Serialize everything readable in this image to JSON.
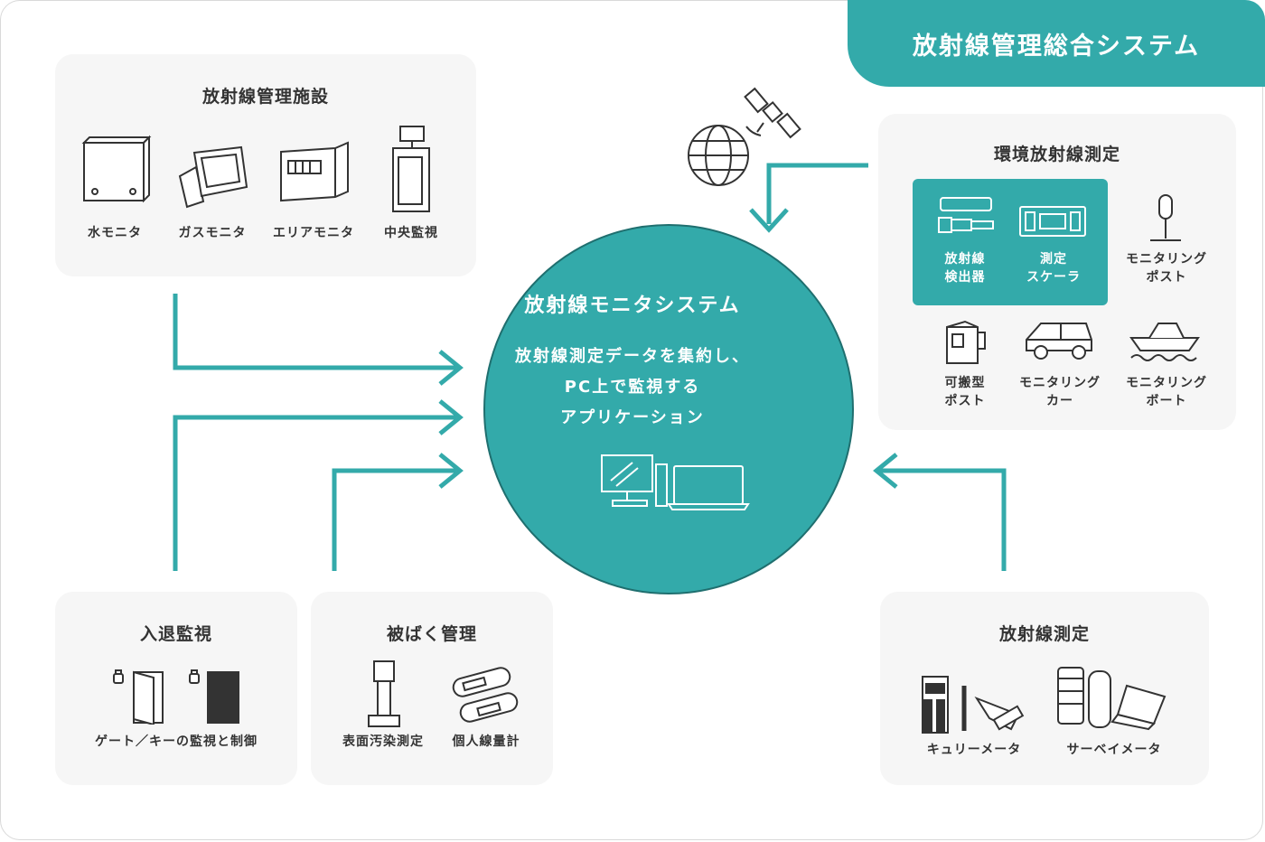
{
  "header": {
    "title": "放射線管理総合システム"
  },
  "center": {
    "title": "放射線モニタシステム",
    "desc_lines": [
      "放射線測定データを集約し、",
      "PC上で監視する",
      "アプリケーション"
    ]
  },
  "facility": {
    "title": "放射線管理施設",
    "items": [
      "水モニタ",
      "ガスモニタ",
      "エリアモニタ",
      "中央監視"
    ]
  },
  "environment": {
    "title": "環境放射線測定",
    "items": [
      {
        "l1": "放射線",
        "l2": "検出器"
      },
      {
        "l1": "測定",
        "l2": "スケーラ"
      },
      {
        "l1": "モニタリング",
        "l2": "ポスト"
      },
      {
        "l1": "可搬型",
        "l2": "ポスト"
      },
      {
        "l1": "モニタリング",
        "l2": "カー"
      },
      {
        "l1": "モニタリング",
        "l2": "ボート"
      }
    ]
  },
  "access": {
    "title": "入退監視",
    "item": "ゲート／キーの監視と制御"
  },
  "exposure": {
    "title": "被ばく管理",
    "items": [
      "表面汚染測定",
      "個人線量計"
    ]
  },
  "measurement": {
    "title": "放射線測定",
    "items": [
      "キュリーメータ",
      "サーベイメータ"
    ]
  },
  "colors": {
    "accent": "#33aaaa",
    "panel": "#f6f6f6",
    "text": "#333333"
  }
}
